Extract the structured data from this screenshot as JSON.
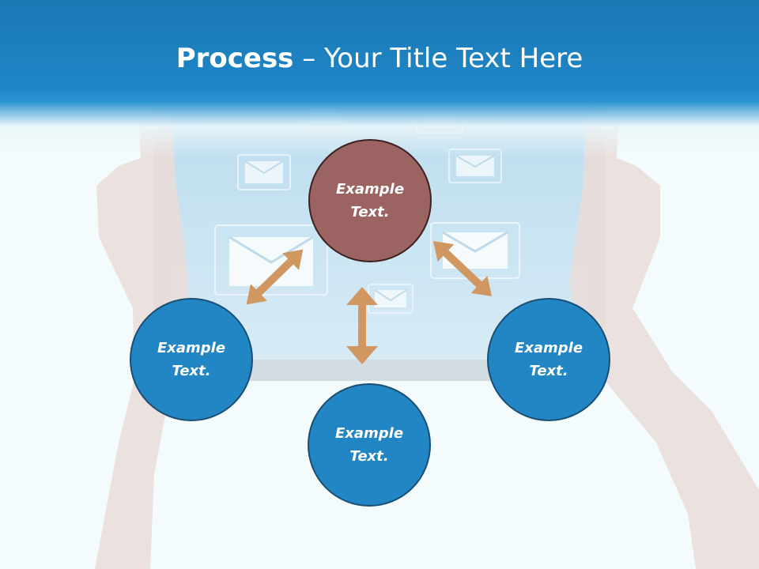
{
  "title": {
    "bold": "Process",
    "rest": " – Your Title Text Here"
  },
  "nodes": {
    "top": "Example\nText.",
    "left": "Example\nText.",
    "right": "Example\nText.",
    "bottom": "Example\nText."
  },
  "colors": {
    "header": "#1f86c6",
    "node_blue": "#2286c4",
    "node_center": "#9b6462",
    "arrow": "#d09760"
  },
  "icons": [
    "envelope-icon",
    "two-hands-holding-tablet"
  ]
}
